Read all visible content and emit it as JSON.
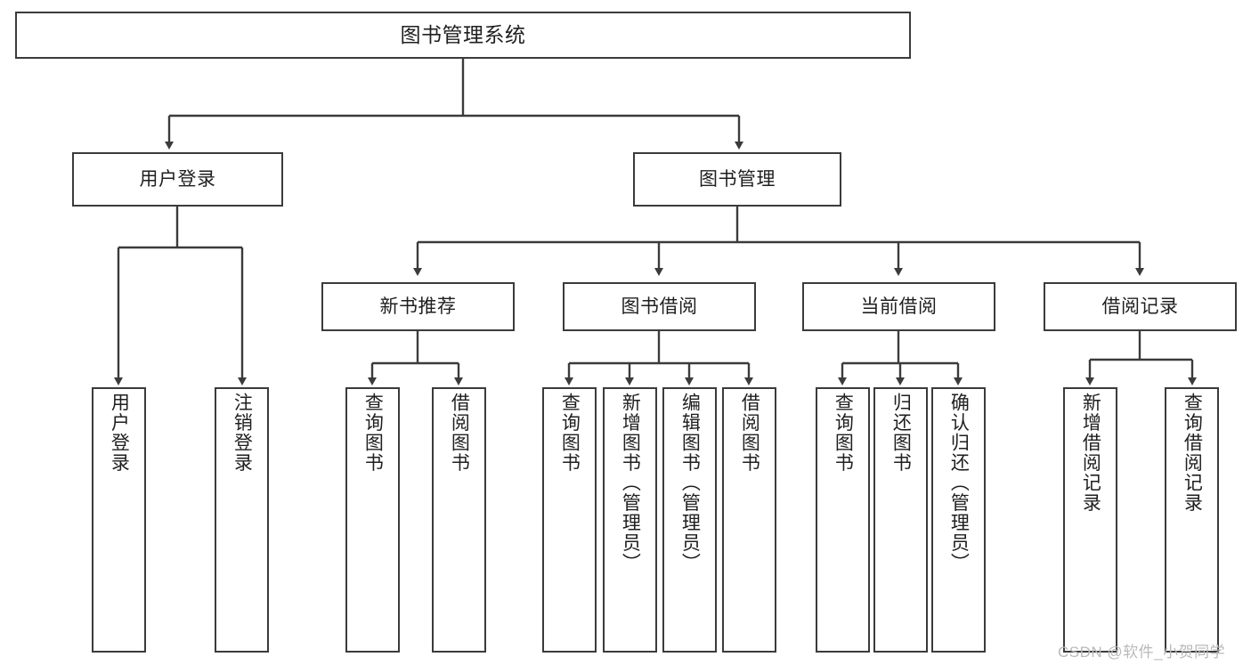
{
  "diagram": {
    "title": "图书管理系统",
    "type": "tree",
    "stroke_color": "#3b3b3b",
    "text_color": "#1f1f1f",
    "background": "#ffffff"
  },
  "nodes": {
    "root": {
      "label": "图书管理系统"
    },
    "level1": [
      {
        "id": "user-login",
        "label": "用户登录"
      },
      {
        "id": "book-manage",
        "label": "图书管理"
      }
    ],
    "level2": [
      {
        "id": "new-book-recommend",
        "label": "新书推荐"
      },
      {
        "id": "book-borrow",
        "label": "图书借阅"
      },
      {
        "id": "current-borrow",
        "label": "当前借阅"
      },
      {
        "id": "borrow-record",
        "label": "借阅记录"
      }
    ],
    "leaves": {
      "user-login": [
        {
          "id": "leaf-user-login",
          "label": "用户登录"
        },
        {
          "id": "leaf-logout",
          "label": "注销登录"
        }
      ],
      "new-book-recommend": [
        {
          "id": "leaf-query-book-1",
          "label": "查询图书"
        },
        {
          "id": "leaf-borrow-book-1",
          "label": "借阅图书"
        }
      ],
      "book-borrow": [
        {
          "id": "leaf-query-book-2",
          "label": "查询图书"
        },
        {
          "id": "leaf-add-book",
          "label": "新增图书（管理员）"
        },
        {
          "id": "leaf-edit-book",
          "label": "编辑图书（管理员）"
        },
        {
          "id": "leaf-borrow-book-2",
          "label": "借阅图书"
        }
      ],
      "current-borrow": [
        {
          "id": "leaf-query-book-3",
          "label": "查询图书"
        },
        {
          "id": "leaf-return-book",
          "label": "归还图书"
        },
        {
          "id": "leaf-confirm-return",
          "label": "确认归还（管理员）"
        }
      ],
      "borrow-record": [
        {
          "id": "leaf-add-record",
          "label": "新增借阅记录"
        },
        {
          "id": "leaf-query-record",
          "label": "查询借阅记录"
        }
      ]
    }
  },
  "watermark": {
    "text": "CSDN @软件_小贺同学"
  }
}
